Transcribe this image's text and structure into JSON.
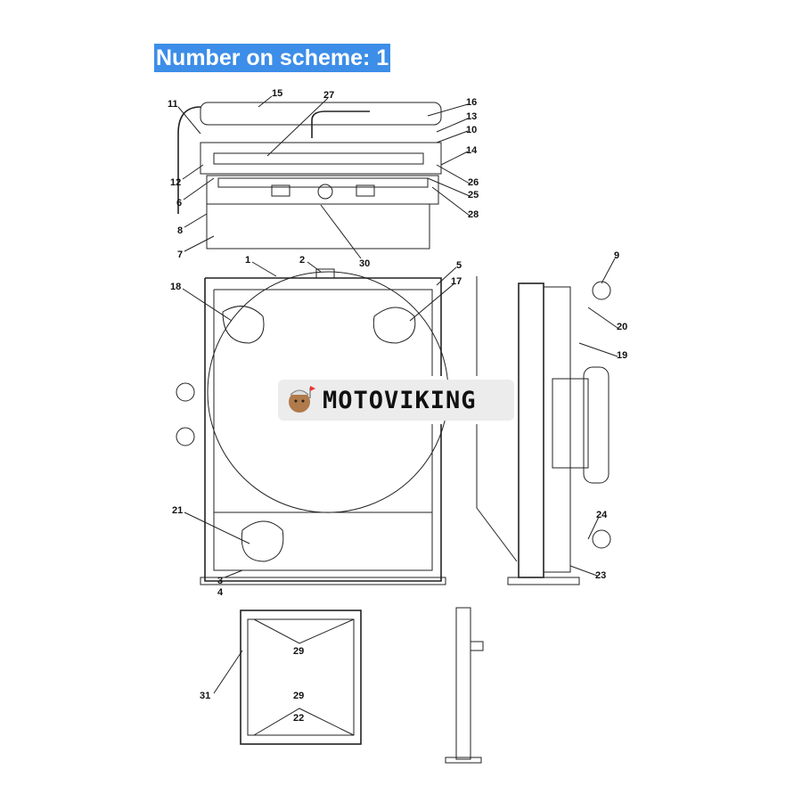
{
  "header": {
    "title": "Number on scheme: 1"
  },
  "watermark": {
    "brand": "MOTOVIKING"
  },
  "callouts": {
    "c15": "15",
    "c27": "27",
    "c11": "11",
    "c16": "16",
    "c13": "13",
    "c10": "10",
    "c14": "14",
    "c12": "12",
    "c6": "6",
    "c26": "26",
    "c25": "25",
    "c28": "28",
    "c8": "8",
    "c7": "7",
    "c30": "30",
    "c1": "1",
    "c2": "2",
    "c5": "5",
    "c17": "17",
    "c18": "18",
    "c9": "9",
    "c20": "20",
    "c19": "19",
    "c21": "21",
    "c24": "24",
    "c23": "23",
    "c3": "3",
    "c4": "4",
    "c29a": "29",
    "c31": "31",
    "c29b": "29",
    "c22": "22"
  }
}
